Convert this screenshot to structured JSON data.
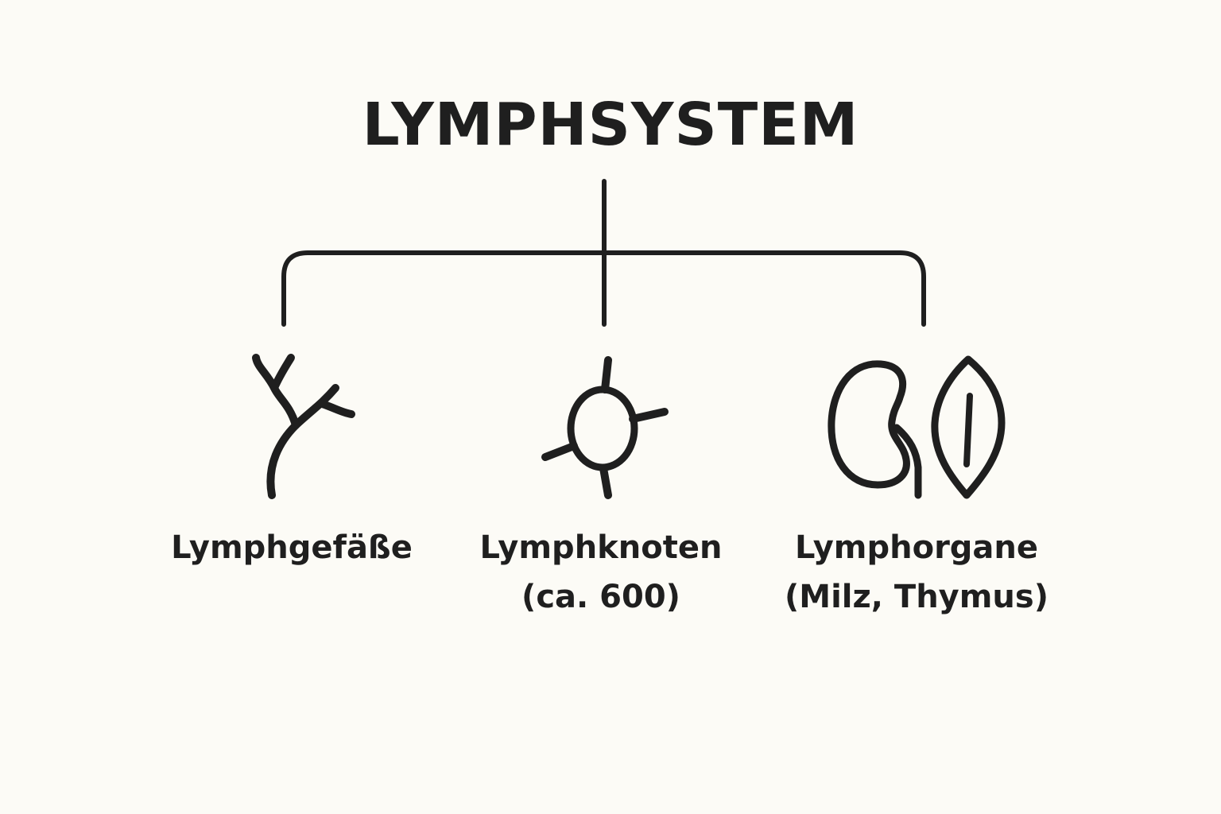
{
  "title": "LYMPHSYSTEM",
  "branches": [
    {
      "id": "vessels",
      "label_lines": [
        "Lymphgefäße"
      ],
      "icon": "lymph-vessel-icon"
    },
    {
      "id": "nodes",
      "label_lines": [
        "Lymphknoten",
        "(ca. 600)"
      ],
      "icon": "lymph-node-icon"
    },
    {
      "id": "organs",
      "label_lines": [
        "Lymphorgane",
        "(Milz, Thymus)"
      ],
      "icon": "spleen-thymus-icon"
    }
  ],
  "colors": {
    "background": "#fcfbf6",
    "ink": "#1f1f1f"
  }
}
